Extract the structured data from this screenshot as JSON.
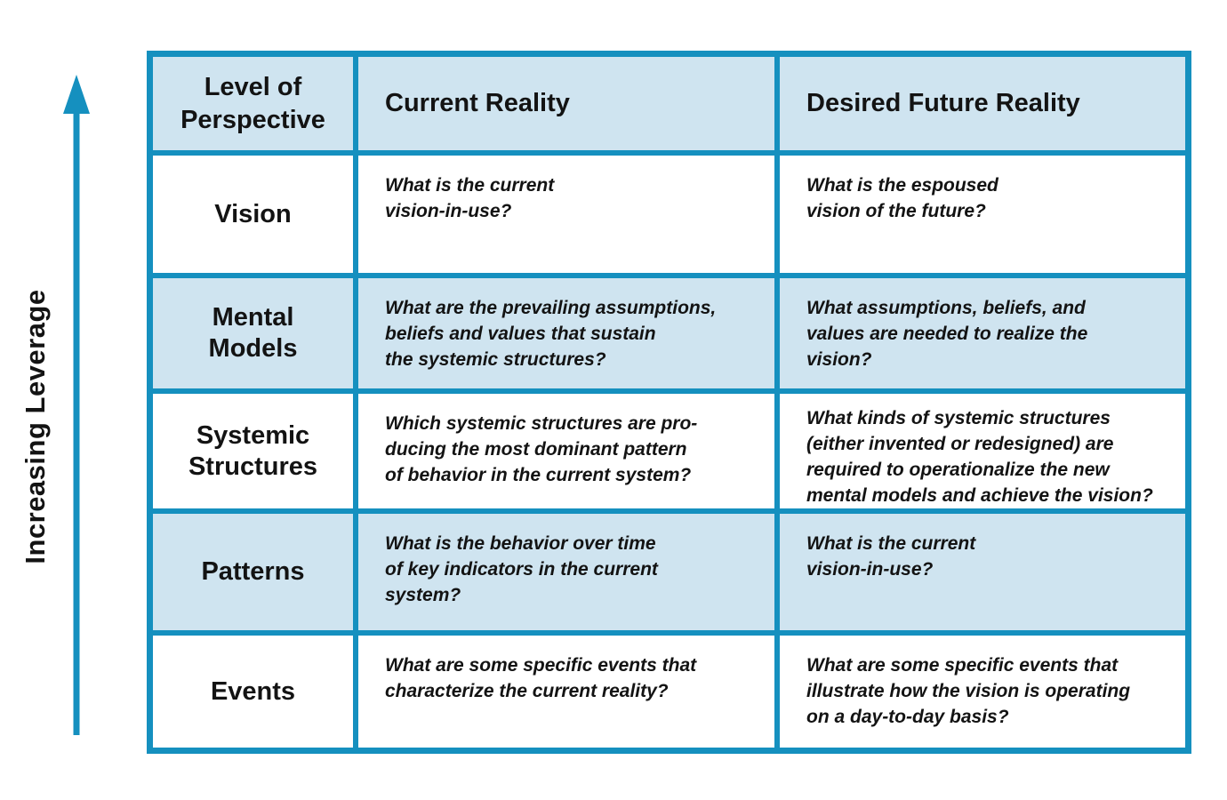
{
  "colors": {
    "accent": "#1590bf",
    "shaded": "#cfe4f0",
    "cell": "#ffffff",
    "ink": "#131313"
  },
  "axis": {
    "label": "Increasing Leverage"
  },
  "table": {
    "headers": {
      "level": "Level of\nPerspective",
      "current": "Current Reality",
      "future": "Desired Future Reality"
    },
    "rows": [
      {
        "level": "Vision",
        "current": "What is the current\nvision-in-use?",
        "future": "What is the espoused\nvision of the future?"
      },
      {
        "level": "Mental\nModels",
        "current": "What are the prevailing assumptions,\nbeliefs and values that sustain\nthe systemic structures?",
        "future": "What assumptions, beliefs, and\nvalues are needed to realize the\nvision?"
      },
      {
        "level": "Systemic\nStructures",
        "current": "Which systemic structures are pro-\nducing the most dominant pattern\nof behavior in the current system?",
        "future": "What kinds of systemic structures\n(either invented or redesigned) are\nrequired to operationalize the new\nmental models and achieve the vision?"
      },
      {
        "level": "Patterns",
        "current": "What is the behavior over time\nof key indicators in the current\nsystem?",
        "future": "What is the current\nvision-in-use?"
      },
      {
        "level": "Events",
        "current": "What are some specific events that\ncharacterize the current reality?",
        "future": "What are some specific events that\nillustrate how the vision is operating\non a day-to-day basis?"
      }
    ]
  }
}
